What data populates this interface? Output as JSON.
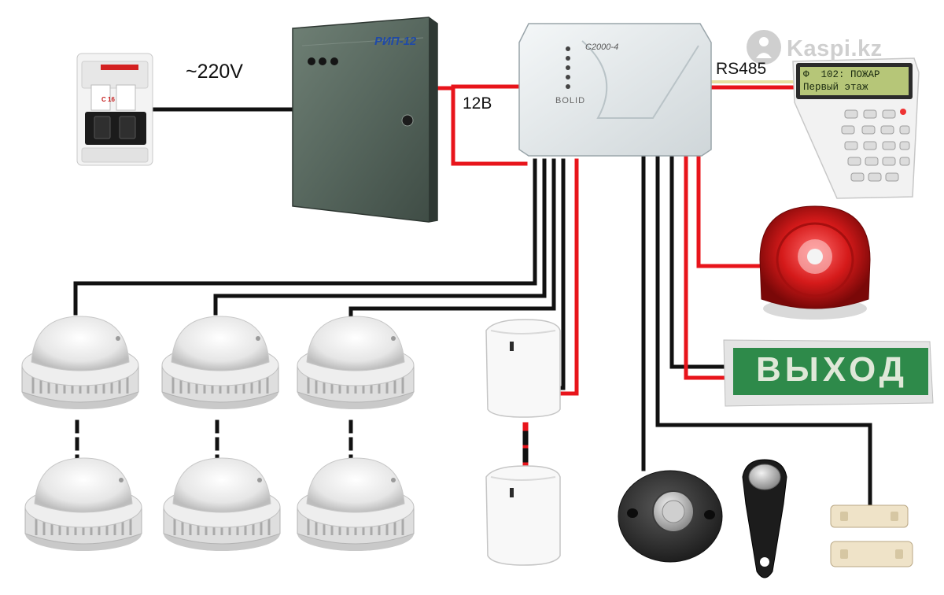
{
  "labels": {
    "ac_voltage": "~220V",
    "dc_voltage": "12В",
    "bus": "RS485"
  },
  "devices": {
    "power_supply_model": "РИП-12",
    "controller_model": "С2000-4",
    "controller_brand": "BOLID",
    "keypad_display_line1": "Ф  102: ПОЖАР",
    "keypad_display_line2": "Первый этаж",
    "exit_sign_text": "ВЫХОД",
    "breaker_rating": "C 16"
  },
  "watermark": {
    "text": "Kaspi.kz",
    "icon": "kaspi-logo-icon"
  },
  "colors": {
    "power_wire": "#e8141b",
    "signal_wire": "#111111",
    "rs485_wire": "#e8e0a0",
    "exit_sign_green": "#2e8a4a",
    "sounder_red": "#d51a1a"
  }
}
